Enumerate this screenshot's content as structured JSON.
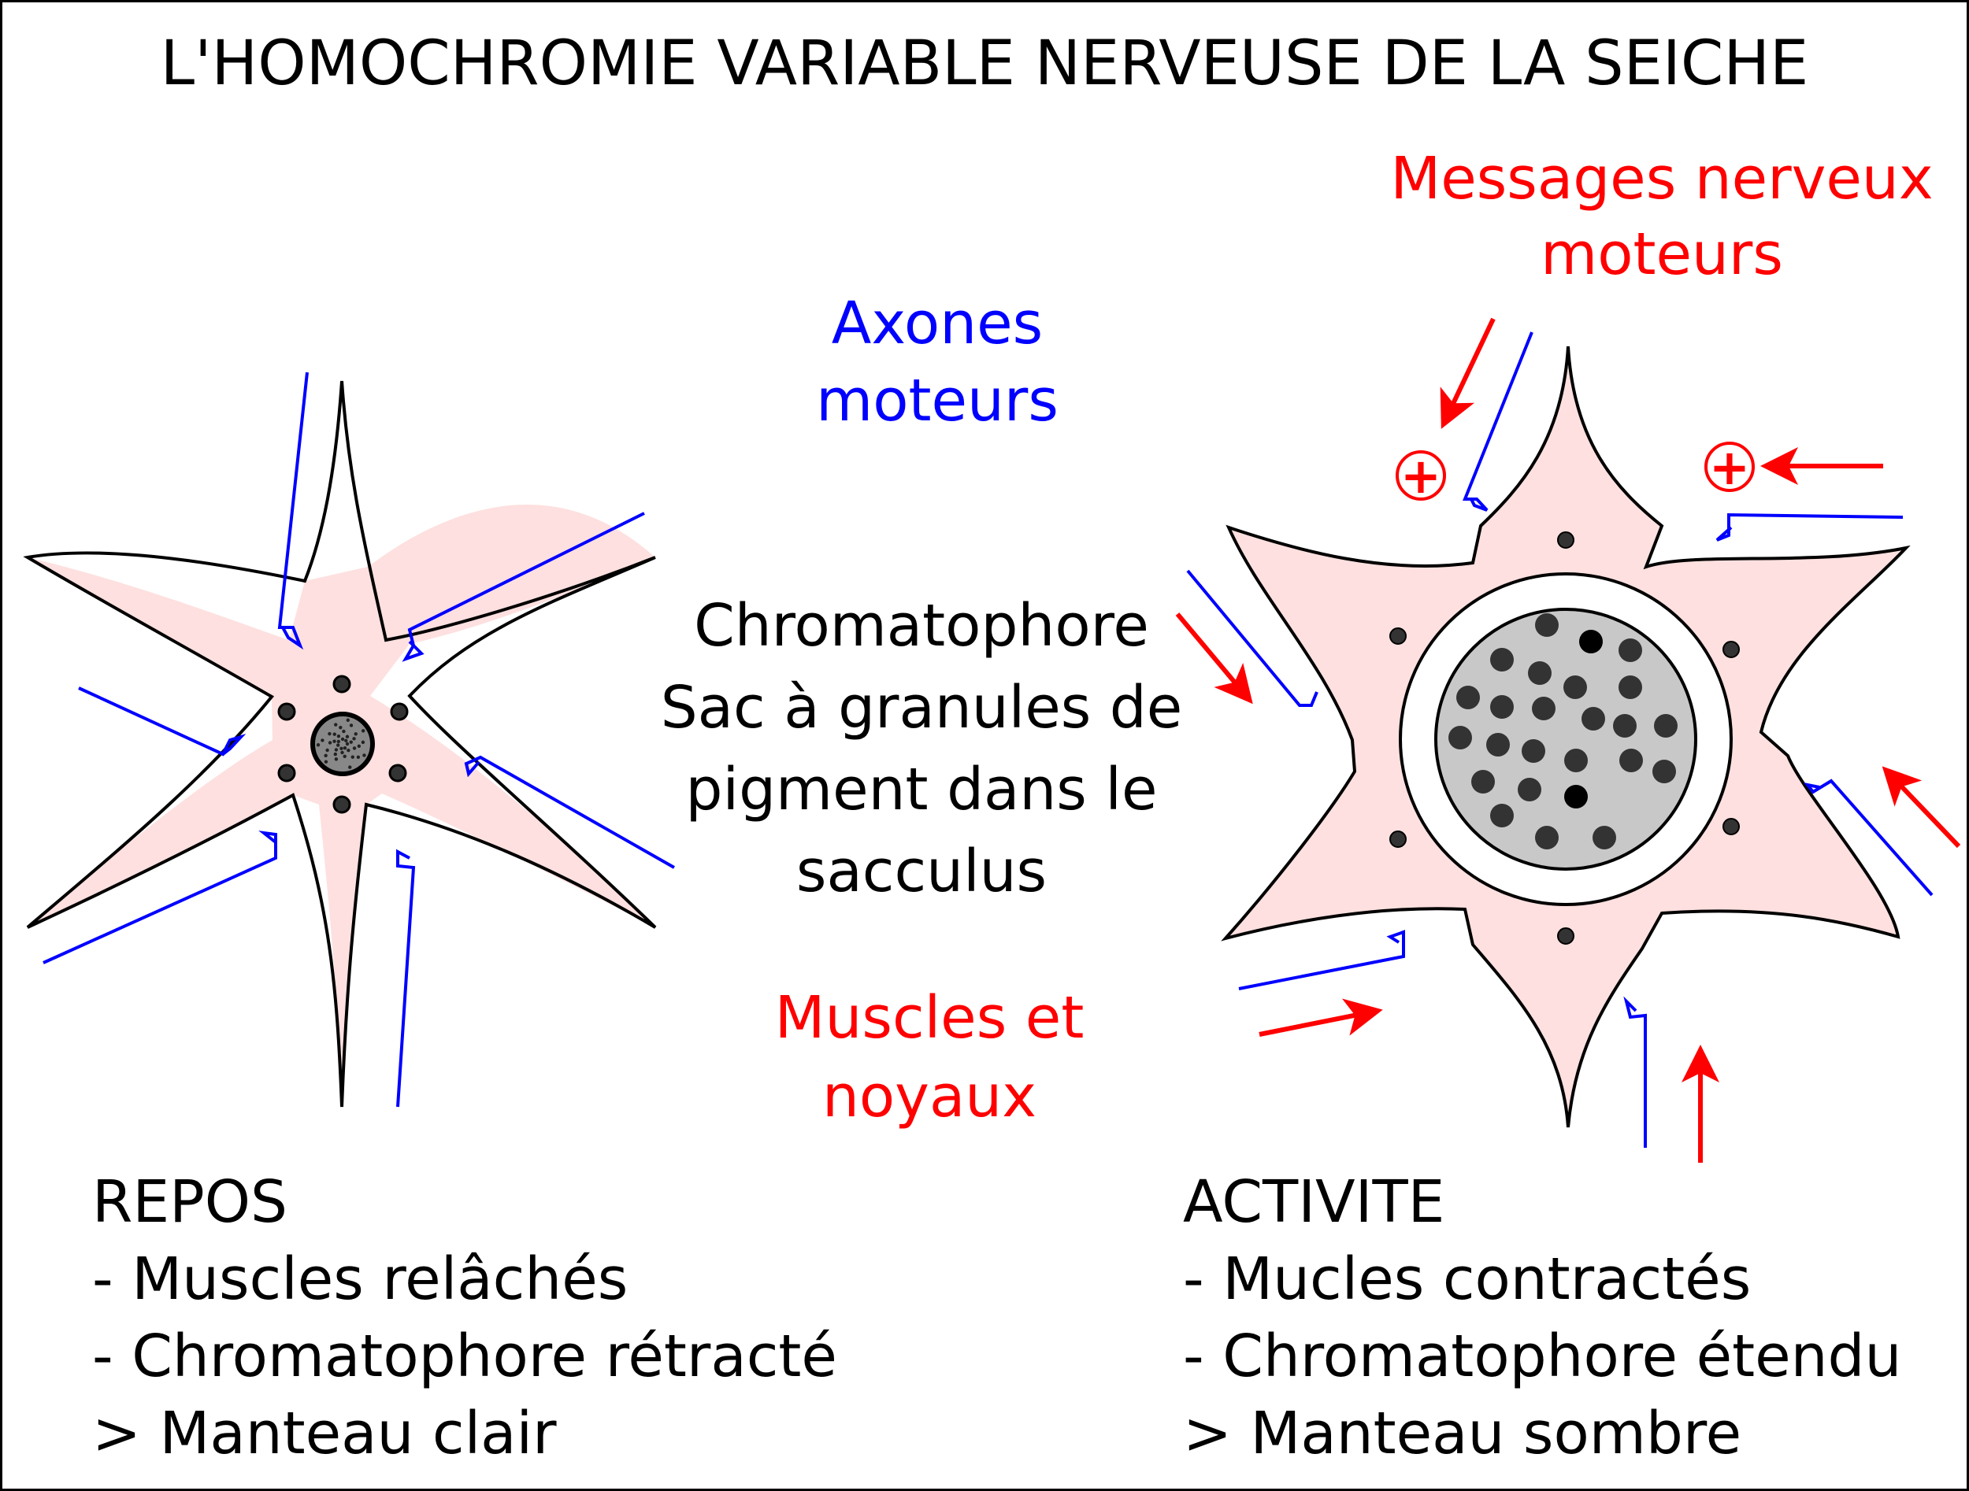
{
  "title": "L'HOMOCHROMIE VARIABLE NERVEUSE DE LA SEICHE",
  "labels": {
    "messages_nerveux": [
      "Messages nerveux",
      "moteurs"
    ],
    "axones_moteurs": [
      "Axones",
      "moteurs"
    ],
    "chromatophore": [
      "Chromatophore",
      "Sac à granules de",
      "pigment dans le",
      "sacculus"
    ],
    "muscles_noyaux": [
      "Muscles et",
      "noyaux"
    ],
    "plus_sign": "+"
  },
  "repos": {
    "heading": "REPOS",
    "lines": [
      "- Muscles relâchés",
      "- Chromatophore rétracté",
      "> Manteau clair"
    ]
  },
  "activite": {
    "heading": "ACTIVITE",
    "lines": [
      "- Mucles contractés",
      "- Chromatophore étendu",
      "> Manteau sombre"
    ]
  },
  "colors": {
    "muscle_fill": "#fde0df",
    "axon": "#0000ff",
    "message": "#ff0000",
    "sacculus_fill": "#c8c8c8",
    "granule": "#333333",
    "outline": "#000000"
  },
  "icons": [
    "plus-circle-icon",
    "arrow-icon"
  ]
}
